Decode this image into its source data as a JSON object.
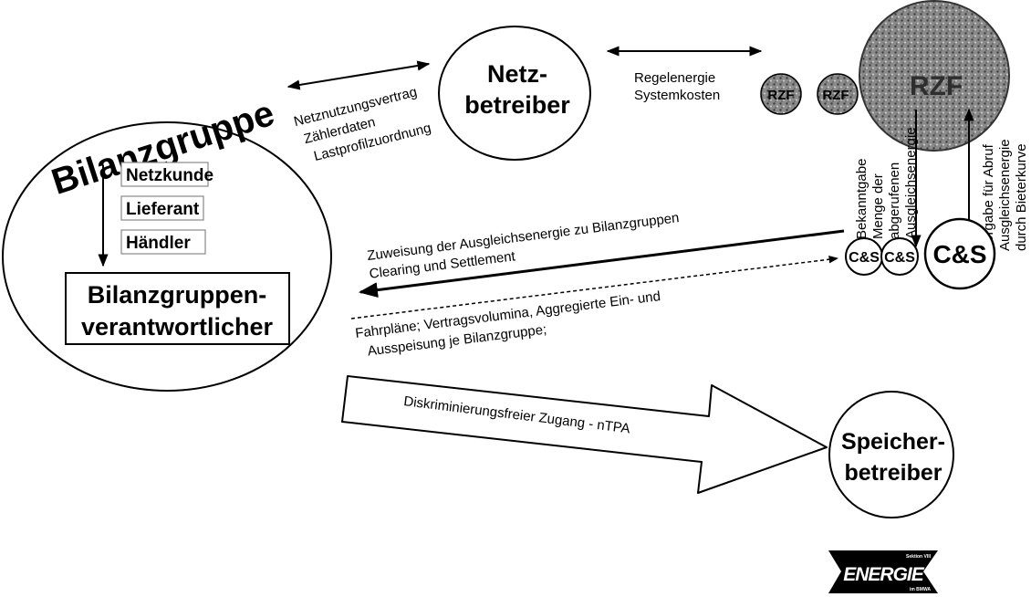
{
  "bilanzgruppe": {
    "title": "Bilanzgruppe",
    "roles": [
      "Netzkunde",
      "Lieferant",
      "Händler"
    ],
    "responsible_line1": "Bilanzgruppen-",
    "responsible_line2": "verantwortlicher"
  },
  "netzbetreiber": {
    "line1": "Netz-",
    "line2": "betreiber"
  },
  "netz_link_labels": [
    "Netznutzungsvertrag",
    "Zählerdaten",
    "Lastprofilzuordnung"
  ],
  "rzf_link_labels": [
    "Regelenergie",
    "Systemkosten"
  ],
  "rzf": {
    "main": "RZF",
    "small_left": "RZF",
    "small_mid": "RZF"
  },
  "cs": {
    "main": "C&S",
    "small": "C&S"
  },
  "vertical_left_labels": [
    "Bekanntgabe",
    "Menge der",
    "abgerufenen",
    "Ausgleichsenergie"
  ],
  "vertical_right_labels": [
    "Vorgabe für Abruf",
    "Ausgleichsenergie",
    "durch Bieterkurve"
  ],
  "assignment_labels": [
    "Zuweisung der Ausgleichsenergie zu Bilanzgruppen",
    "Clearing und Settlement"
  ],
  "schedule_labels": [
    "Fahrpläne; Vertragsvolumina, Aggregierte Ein- und",
    "Ausspeisung je Bilanzgruppe;"
  ],
  "access_label": "Diskriminierungsfreier Zugang - nTPA",
  "speicher": {
    "line1": "Speicher-",
    "line2": "betreiber"
  },
  "logo": {
    "small_top": "Sektion VIII",
    "text": "ENERGIE",
    "small_bottom": "im BMWA"
  },
  "colors": {
    "ink": "#000000",
    "background": "#ffffff",
    "texture": "#7a7a7a"
  }
}
